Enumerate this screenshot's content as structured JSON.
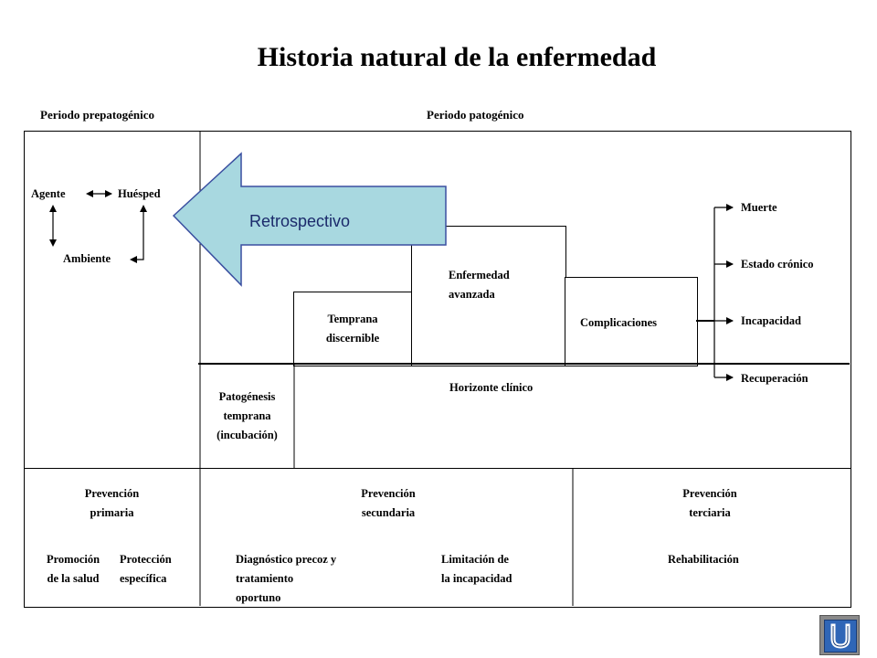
{
  "title": "Historia natural de la enfermedad",
  "periods": {
    "prepatogenico": "Periodo prepatogénico",
    "patogenico": "Periodo patogénico"
  },
  "triad": {
    "agente": "Agente",
    "huesped": "Huésped",
    "ambiente": "Ambiente"
  },
  "arrow_label": "Retrospectivo",
  "stages": {
    "temprana": [
      "Temprana",
      "discernible"
    ],
    "avanzada": [
      "Enfermedad",
      "avanzada"
    ],
    "complicaciones": "Complicaciones",
    "horizonte": "Horizonte clínico",
    "patogenesis": [
      "Patogénesis",
      "temprana",
      "(incubación)"
    ]
  },
  "outcomes": [
    "Muerte",
    "Estado crónico",
    "Incapacidad",
    "Recuperación"
  ],
  "prevention": {
    "primaria": [
      "Prevención",
      "primaria"
    ],
    "secundaria": [
      "Prevención",
      "secundaria"
    ],
    "terciaria": [
      "Prevención",
      "terciaria"
    ],
    "promocion": [
      "Promoción",
      "de la salud"
    ],
    "proteccion": [
      "Protección",
      "específica"
    ],
    "diagnostico": [
      "Diagnóstico precoz y",
      "tratamiento",
      "oportuno"
    ],
    "limitacion": [
      "Limitación de",
      "la incapacidad"
    ],
    "rehabilitacion": "Rehabilitación"
  },
  "colors": {
    "arrow_fill": "#a8d8e0",
    "arrow_stroke": "#3a4fa0",
    "arrow_text": "#1b2a6b",
    "nav_button": "#2f66b7"
  },
  "icons": {
    "nav": "return-u-icon"
  }
}
